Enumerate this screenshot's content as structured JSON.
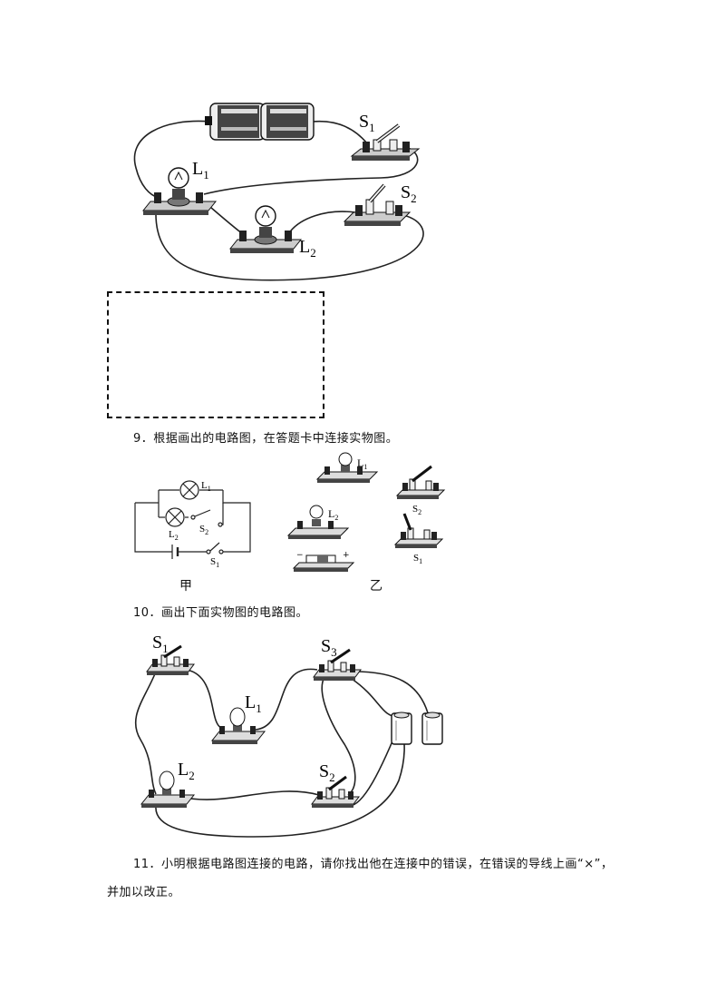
{
  "figure1": {
    "labels": {
      "l1": "L",
      "l1_sub": "1",
      "l2": "L",
      "l2_sub": "2",
      "s1": "S",
      "s1_sub": "1",
      "s2": "S",
      "s2_sub": "2"
    }
  },
  "questions": {
    "q9": "9．根据画出的电路图，在答题卡中连接实物图。",
    "q10": "10．画出下面实物图的电路图。",
    "q11_line1": "11．小明根据电路图连接的电路，请你找出他在连接中的错误，在错误的导线上画“×”，",
    "q11_line2": "并加以改正。"
  },
  "figure2": {
    "labels": {
      "l1": "L",
      "l1_sub": "1",
      "l2": "L",
      "l2_sub": "2",
      "s1": "S",
      "s1_sub": "1",
      "s2": "S",
      "s2_sub": "2"
    },
    "caption_left": "甲",
    "caption_right": "乙",
    "right_labels": {
      "l1": "L",
      "l1_sub": "1",
      "l2": "L",
      "l2_sub": "2",
      "s1": "S",
      "s1_sub": "1",
      "s2": "S",
      "s2_sub": "2",
      "minus": "−",
      "plus": "+"
    }
  },
  "figure3": {
    "labels": {
      "s1": "S",
      "s1_sub": "1",
      "s2": "S",
      "s2_sub": "2",
      "s3": "S",
      "s3_sub": "3",
      "l1": "L",
      "l1_sub": "1",
      "l2": "L",
      "l2_sub": "2"
    }
  }
}
